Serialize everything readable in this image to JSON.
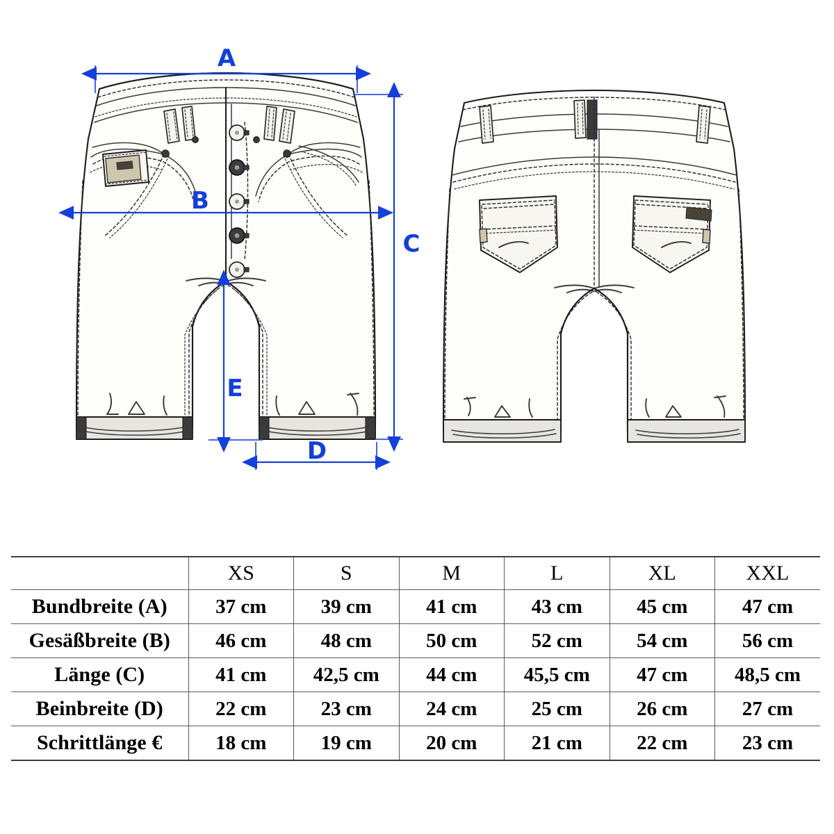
{
  "diagram": {
    "front_view_name": "shorts-front-technical-drawing",
    "back_view_name": "shorts-back-technical-drawing",
    "accent_color": "#1340d8",
    "dimension_labels": {
      "a": "A",
      "b": "B",
      "c": "C",
      "d": "D",
      "e": "E"
    }
  },
  "table": {
    "corner_label": "",
    "sizes": [
      "XS",
      "S",
      "M",
      "L",
      "XL",
      "XXL"
    ],
    "rows": [
      {
        "label": "Bundbreite (A)",
        "values": [
          "37 cm",
          "39 cm",
          "41 cm",
          "43 cm",
          "45 cm",
          "47 cm"
        ]
      },
      {
        "label": "Gesäßbreite (B)",
        "values": [
          "46 cm",
          "48 cm",
          "50 cm",
          "52 cm",
          "54 cm",
          "56 cm"
        ]
      },
      {
        "label": "Länge (C)",
        "values": [
          "41 cm",
          "42,5 cm",
          "44 cm",
          "45,5 cm",
          "47 cm",
          "48,5 cm"
        ]
      },
      {
        "label": "Beinbreite (D)",
        "values": [
          "22 cm",
          "23 cm",
          "24 cm",
          "25 cm",
          "26 cm",
          "27 cm"
        ]
      },
      {
        "label": "Schrittlänge €",
        "values": [
          "18 cm",
          "19 cm",
          "20 cm",
          "21 cm",
          "22 cm",
          "23 cm"
        ]
      }
    ]
  }
}
